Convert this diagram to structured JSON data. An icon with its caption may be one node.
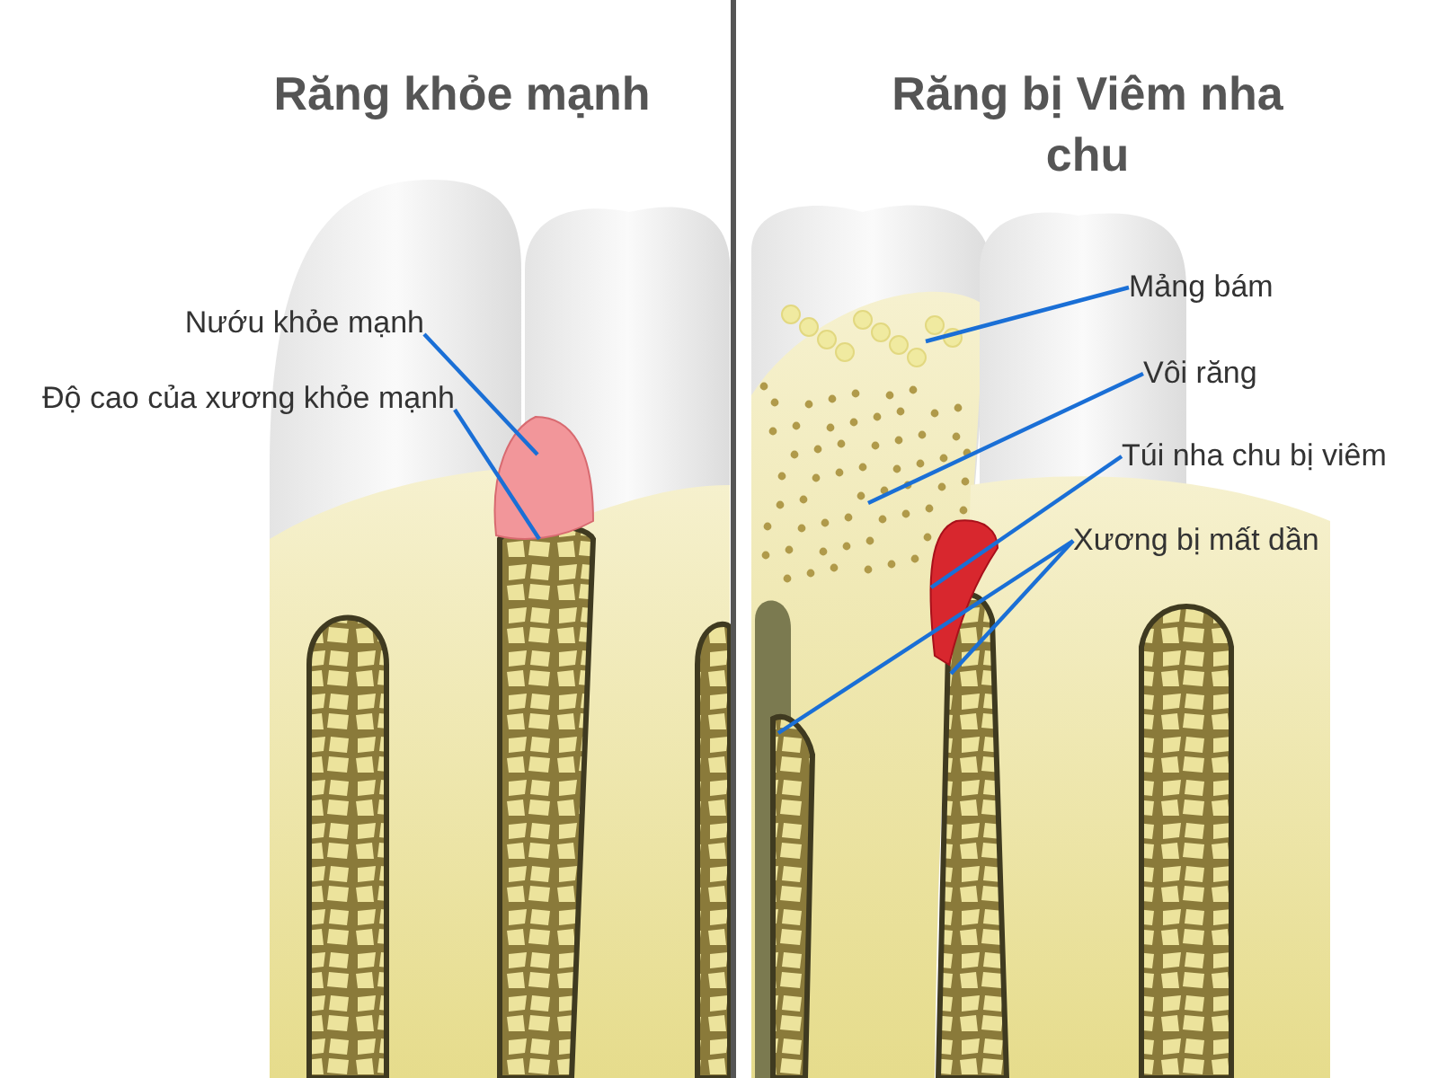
{
  "diagram": {
    "nodes": [
      {
        "text": [
          "Nướu khỏe mạnh"
        ]
      },
      {
        "text": [
          "Độ cao của xương khỏe mạnh"
        ]
      },
      {
        "text": [
          "Mảng bám"
        ]
      },
      {
        "text": [
          "Vôi răng"
        ]
      },
      {
        "text": [
          "Túi nha chu bị viêm"
        ]
      },
      {
        "text": [
          "Xương bị mất dần"
        ]
      }
    ],
    "edges": [
      {
        "from": 0,
        "to": null,
        "arrow": "none"
      },
      {
        "from": 1,
        "to": null,
        "arrow": "none"
      },
      {
        "from": 2,
        "to": null,
        "arrow": "none"
      },
      {
        "from": 3,
        "to": null,
        "arrow": "none"
      },
      {
        "from": 4,
        "to": null,
        "arrow": "none"
      },
      {
        "from": 5,
        "to": null,
        "arrow": "none"
      },
      {
        "from": 5,
        "to": null,
        "arrow": "none"
      }
    ],
    "labels": [
      "Răng khỏe mạnh",
      "Răng bị Viêm nha chu"
    ]
  }
}
